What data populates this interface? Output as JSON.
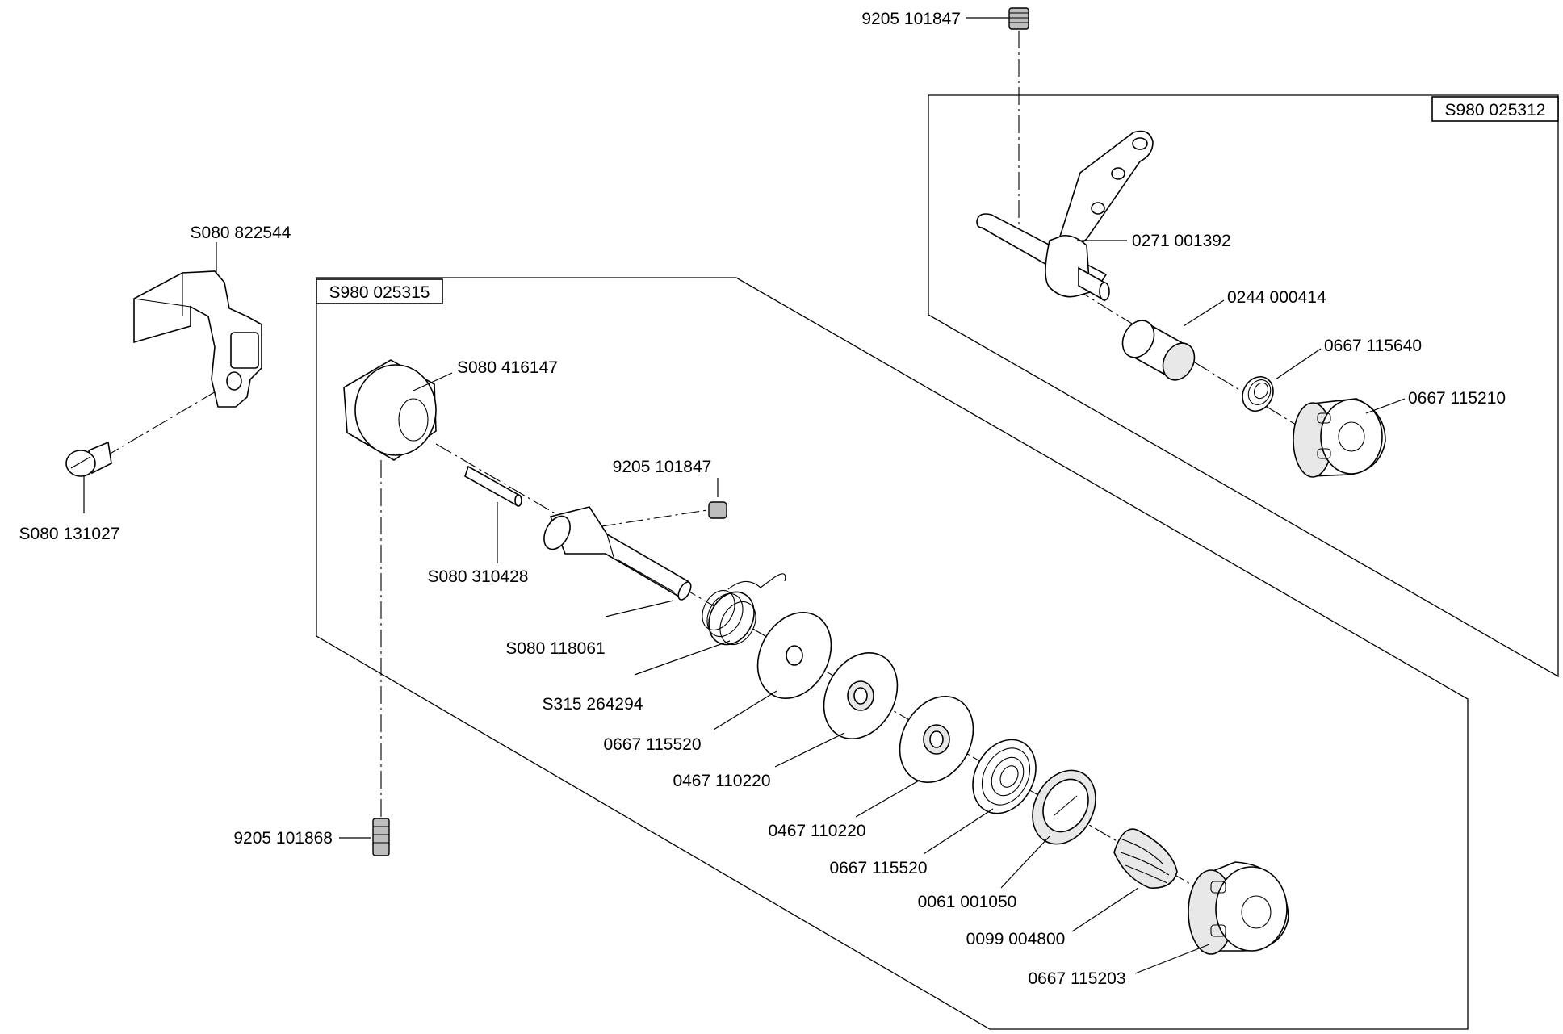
{
  "assembly_tags": {
    "upper_right": "S980 025312",
    "center": "S980 025315"
  },
  "part_labels": {
    "p1": "9205 101847",
    "p2": "0271 001392",
    "p3": "0244 000414",
    "p4": "0667 115640",
    "p5": "0667 115210",
    "p6": "S080 822544",
    "p7": "S080 131027",
    "p8": "S080 416147",
    "p9": "9205 101847",
    "p10": "S080 310428",
    "p11": "S080 118061",
    "p12": "S315 264294",
    "p13": "0667 115520",
    "p14": "0467 110220",
    "p15": "0467 110220",
    "p16": "0667 115520",
    "p17": "0061 001050",
    "p18": "0099 004800",
    "p19": "0667 115203",
    "p20": "9205 101868"
  }
}
